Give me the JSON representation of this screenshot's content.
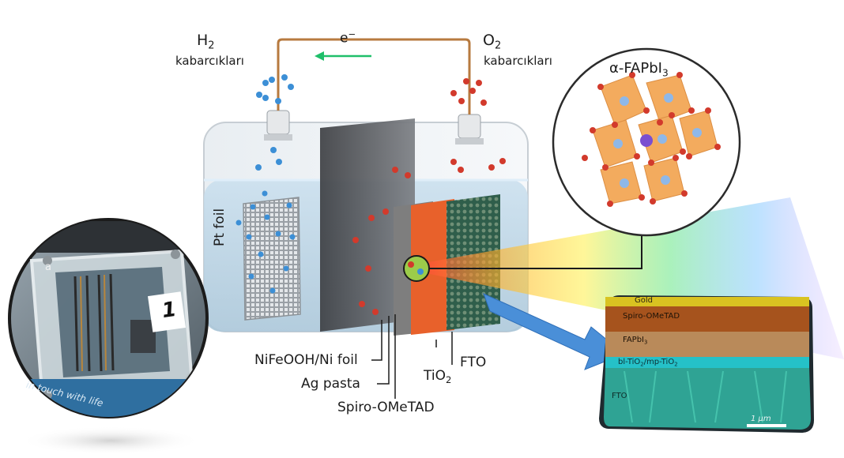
{
  "electron": {
    "base": "e",
    "sup": "−"
  },
  "h2": {
    "base": "H",
    "sub": "2",
    "caption": "kabarcıkları"
  },
  "o2": {
    "base": "O",
    "sub": "2",
    "caption": "kabarcıkları"
  },
  "perovskite": {
    "prefix": "α-FAPbI",
    "sub": "3"
  },
  "labels": {
    "pt_foil": "Pt foil",
    "nifeooh": "NiFeOOH/Ni foil",
    "ag_paste": "Ag  pasta",
    "spiro": "Spiro-OMeTAD",
    "tio2_base": "TiO",
    "tio2_sub": "2",
    "fto": "FTO"
  },
  "photo": {
    "letter": "a",
    "number": "1",
    "sticker": "in touch with life"
  },
  "sem": {
    "layers": {
      "gold": "Gold",
      "spiro": "Spiro-OMeTAD",
      "fapbi": "FAPbI",
      "fapbi_sub": "3",
      "tio2": "bl-TiO",
      "tio2_sub1": "2",
      "tio2_mid": "/mp-TiO",
      "tio2_sub2": "2",
      "fto": "FTO"
    },
    "scale": "1 μm"
  },
  "colors": {
    "wire": "#b77a3f",
    "arrow_green": "#1fbf6a",
    "h2_bubble": "#3c8fd6",
    "o2_bubble": "#d23a2c",
    "water": "#cfe3f1",
    "perovskite_orange": "#f2a24d",
    "big_arrow": "#4a8fd8"
  }
}
